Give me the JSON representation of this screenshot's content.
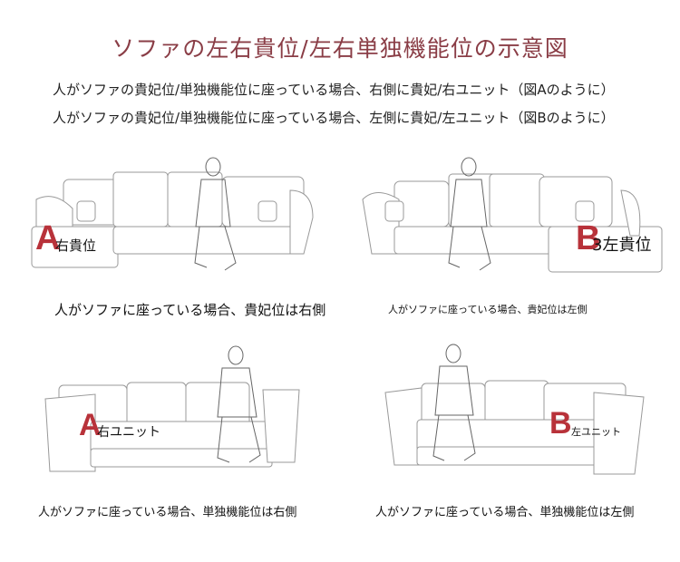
{
  "title": "ソファの左右貴位/左右単独機能位の示意図",
  "intro_lines": [
    "人がソファの貴妃位/単独機能位に座っている場合、右側に貴妃/右ユニット（図Aのように）",
    "人がソファの貴妃位/単独機能位に座っている場合、左側に貴妃/左ユニット（図Bのように）"
  ],
  "panels": [
    {
      "letter": "A",
      "label": "右貴位",
      "caption": "人がソファに座っている場合、貴妃位は右側"
    },
    {
      "letter": "B",
      "label": "3左貴位",
      "caption": "人がソファに座っている場合、貴妃位は左側"
    },
    {
      "letter": "A",
      "label": "右ユニット",
      "caption": "人がソファに座っている場合、単独機能位は右側"
    },
    {
      "letter": "B",
      "label": "左ユニット",
      "caption": "人がソファに座っている場合、単独機能位は左側"
    }
  ],
  "colors": {
    "title": "#8a3d46",
    "letter": "#b8323a"
  }
}
